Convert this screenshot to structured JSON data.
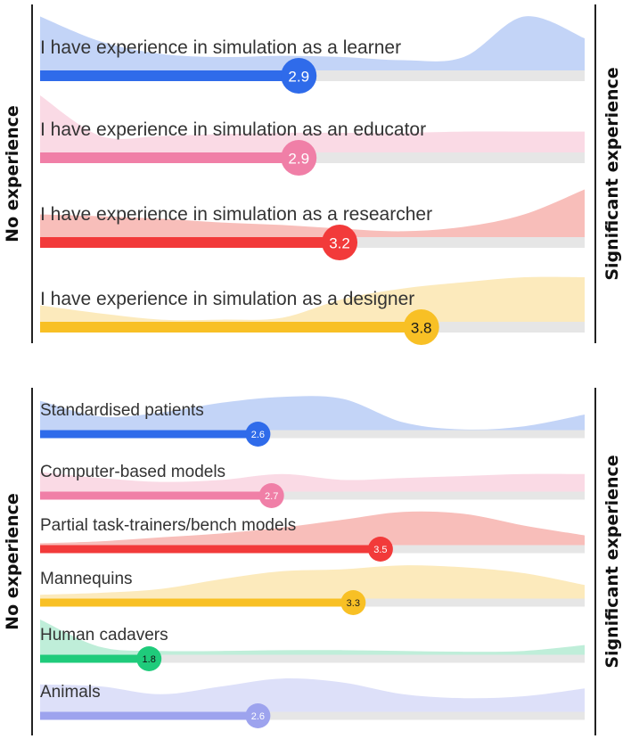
{
  "chart_data": [
    {
      "type": "bar",
      "scale": {
        "min": 1,
        "max": 5
      },
      "axis_left_label": "No experience",
      "axis_right_label": "Significant experience",
      "items": [
        {
          "label": "I have experience in simulation as a learner",
          "value": 2.9,
          "score": "2.9",
          "color": "#2F6BEA",
          "fill": "#B9CCF6",
          "score_text_color": "#ffffff",
          "distribution": [
            0.95,
            0.55,
            0.35,
            0.3,
            0.32,
            0.3,
            0.25,
            0.3,
            0.95,
            0.6
          ]
        },
        {
          "label": "I have experience in simulation as an educator",
          "value": 2.9,
          "score": "2.9",
          "color": "#F07FA7",
          "fill": "#F9D3E0",
          "score_text_color": "#ffffff",
          "distribution": [
            1.0,
            0.35,
            0.35,
            0.38,
            0.4,
            0.4,
            0.4,
            0.42,
            0.42,
            0.42
          ]
        },
        {
          "label": "I have experience in simulation as a researcher",
          "value": 3.2,
          "score": "3.2",
          "color": "#F23A3A",
          "fill": "#F7B3AE",
          "score_text_color": "#ffffff",
          "distribution": [
            0.45,
            0.42,
            0.38,
            0.32,
            0.28,
            0.22,
            0.18,
            0.25,
            0.45,
            0.85
          ]
        },
        {
          "label": "I have experience in simulation as a designer",
          "value": 3.8,
          "score": "3.8",
          "color": "#F8C025",
          "fill": "#FBE6B0",
          "score_text_color": "#1a1a1a",
          "distribution": [
            0.35,
            0.22,
            0.12,
            0.12,
            0.15,
            0.45,
            0.62,
            0.72,
            0.8,
            0.8
          ]
        }
      ]
    },
    {
      "type": "bar",
      "scale": {
        "min": 1,
        "max": 5
      },
      "axis_left_label": "No experience",
      "axis_right_label": "Significant experience",
      "items": [
        {
          "label": "Standardised patients",
          "value": 2.6,
          "score": "2.6",
          "color": "#2F6BEA",
          "fill": "#B9CCF6",
          "score_text_color": "#ffffff",
          "distribution": [
            0.85,
            0.45,
            0.55,
            0.8,
            0.95,
            0.9,
            0.3,
            0.12,
            0.2,
            0.5
          ]
        },
        {
          "label": "Computer-based models",
          "value": 2.7,
          "score": "2.7",
          "color": "#F07FA7",
          "fill": "#F9D3E0",
          "score_text_color": "#ffffff",
          "distribution": [
            0.6,
            0.45,
            0.35,
            0.4,
            0.55,
            0.4,
            0.45,
            0.5,
            0.55,
            0.55
          ]
        },
        {
          "label": "Partial task-trainers/bench models",
          "value": 3.5,
          "score": "3.5",
          "color": "#F23A3A",
          "fill": "#F7B3AE",
          "score_text_color": "#ffffff",
          "distribution": [
            0.15,
            0.2,
            0.3,
            0.4,
            0.55,
            0.75,
            0.95,
            0.9,
            0.6,
            0.35
          ]
        },
        {
          "label": "Mannequins",
          "value": 3.3,
          "score": "3.3",
          "color": "#F8C025",
          "fill": "#FBE6B0",
          "score_text_color": "#1a1a1a",
          "distribution": [
            0.2,
            0.25,
            0.35,
            0.6,
            0.8,
            0.85,
            0.95,
            0.9,
            0.75,
            0.45
          ]
        },
        {
          "label": "Human cadavers",
          "value": 1.8,
          "score": "1.8",
          "color": "#1FCB7B",
          "fill": "#B4EBD2",
          "score_text_color": "#111111",
          "distribution": [
            1.0,
            0.3,
            0.2,
            0.2,
            0.22,
            0.22,
            0.2,
            0.18,
            0.2,
            0.35
          ]
        },
        {
          "label": "Animals",
          "value": 2.6,
          "score": "2.6",
          "color": "#9DA3EE",
          "fill": "#D7DAF8",
          "score_text_color": "#ffffff",
          "distribution": [
            0.8,
            0.75,
            0.55,
            0.75,
            0.95,
            0.85,
            0.55,
            0.45,
            0.5,
            0.7
          ]
        }
      ]
    }
  ]
}
